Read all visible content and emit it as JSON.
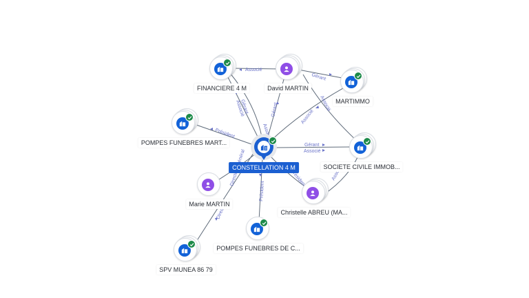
{
  "center": {
    "label": "CONSTELLATION 4 M",
    "type": "company",
    "verified": true
  },
  "nodes": {
    "financiere": {
      "label": "FINANCIERE 4 M",
      "type": "company",
      "verified": true
    },
    "david": {
      "label": "David MARTIN",
      "type": "person",
      "verified": false
    },
    "martimmo": {
      "label": "MARTIMMO",
      "type": "company",
      "verified": true
    },
    "pompes_mart": {
      "label": "POMPES FUNEBRES MART...",
      "type": "company",
      "verified": true
    },
    "societe_civile": {
      "label": "SOCIETE CIVILE IMMOB...",
      "type": "company",
      "verified": true
    },
    "marie": {
      "label": "Marie MARTIN",
      "type": "person",
      "verified": false
    },
    "christelle": {
      "label": "Christelle ABREU (MA...",
      "type": "person",
      "verified": false
    },
    "pompes_c": {
      "label": "POMPES FUNEBRES DE C...",
      "type": "company",
      "verified": true
    },
    "spv": {
      "label": "SPV MUNEA 86 79",
      "type": "company",
      "verified": true
    }
  },
  "edges": {
    "david_financiere": "Associé",
    "david_martimmo": "Gérant",
    "financiere_center_1": "Gérant",
    "financiere_center_2": "Associé",
    "david_center_1": "Gérant",
    "david_center_2": "Associé",
    "martimmo_center": "Associé",
    "martimmo_societe": "Associé",
    "center_societe_1": "Gérant",
    "center_societe_2": "Associé",
    "pompesmart_center": "Président",
    "marie_center": "Directeur Général",
    "center_pompesc": "Président",
    "spv_marie": "Directeur",
    "christelle_societe": "Associé",
    "christelle_center": "Président"
  },
  "colors": {
    "company": "#1262d8",
    "person": "#8f4ee6",
    "verified": "#1c8a49",
    "center": "#1b5fd1",
    "edge_label": "#6a73c9"
  },
  "icons": {
    "company": "building-icon",
    "person": "person-icon",
    "verified": "check-icon"
  }
}
